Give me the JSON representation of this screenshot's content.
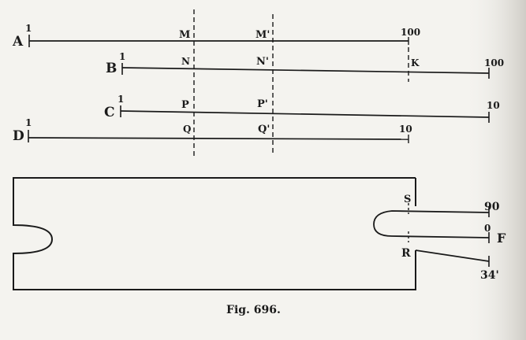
{
  "figure": {
    "caption": "Fig. 696.",
    "scales": {
      "A": {
        "letter": "A",
        "start_mark": "1",
        "end_mark": "100",
        "mid_labels": [
          "M",
          "M'"
        ]
      },
      "B": {
        "letter": "B",
        "start_mark": "1",
        "end_mark": "100",
        "mid_labels": [
          "N",
          "N'"
        ],
        "point_label": "K"
      },
      "C": {
        "letter": "C",
        "start_mark": "1",
        "end_mark": "10",
        "mid_labels": [
          "P",
          "P'"
        ]
      },
      "D": {
        "letter": "D",
        "start_mark": "1",
        "end_mark": "10",
        "mid_labels": [
          "Q",
          "Q'"
        ]
      }
    },
    "rule": {
      "labels": {
        "S": "S",
        "R": "R",
        "F": "F"
      },
      "marks": {
        "top": "90",
        "mid": "0",
        "bottom": "34'"
      }
    }
  }
}
